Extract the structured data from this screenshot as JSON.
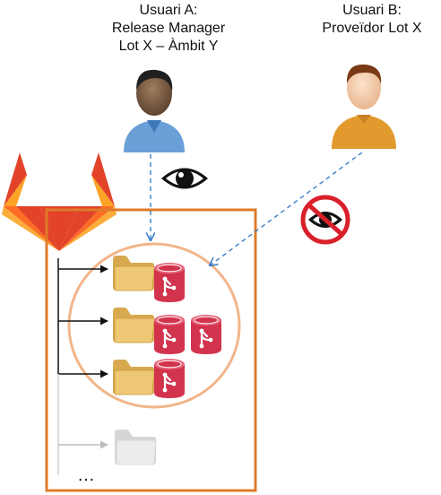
{
  "user_a": {
    "line1": "Usuari A:",
    "line2": "Release Manager",
    "line3": "Lot X – Àmbit Y"
  },
  "user_b": {
    "line1": "Usuari B:",
    "line2": "Proveïdor Lot X"
  },
  "ellipsis": "…",
  "colors": {
    "frame": "#e07b2a",
    "circle": "#f2b58a",
    "link": "#3d7ec9",
    "repo": "#d2334d",
    "folder": "#efc875",
    "forbidden": "#d9202a"
  },
  "icons": [
    "person-icon",
    "eye-icon",
    "no-eye-icon",
    "gitlab-logo-icon",
    "folder-icon",
    "repository-icon"
  ]
}
